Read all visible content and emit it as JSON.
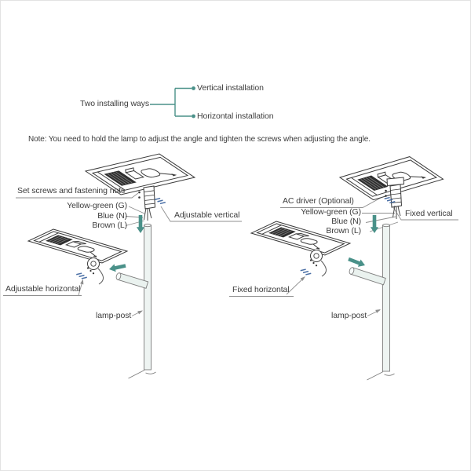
{
  "installation_tree": {
    "root": "Two installing ways",
    "branches": [
      {
        "label": "Vertical installation"
      },
      {
        "label": "Horizontal installation"
      }
    ]
  },
  "note": "Note: You need to hold the lamp to adjust the angle and tighten the screws when adjusting the angle.",
  "adjustable_diagram": {
    "set_screws_label": "Set screws and fastening nuts",
    "wires": {
      "ground": "Yellow-green (G)",
      "neutral": "Blue (N)",
      "live": "Brown (L)"
    },
    "vertical_label": "Adjustable vertical",
    "horizontal_label": "Adjustable horizontal",
    "lamp_post_label": "lamp-post"
  },
  "fixed_diagram": {
    "ac_driver_label": "AC driver (Optional)",
    "wires": {
      "ground": "Yellow-green (G)",
      "neutral": "Blue (N)",
      "live": "Brown (L)"
    },
    "vertical_label": "Fixed vertical",
    "horizontal_label": "Fixed horizontal",
    "lamp_post_label": "lamp-post"
  },
  "colors": {
    "accent_teal": "#4a9189",
    "screw_blue": "#4a6fa5",
    "leader_gray": "#8f8f8f",
    "art_ink": "#3a3a3a",
    "text": "#3c3c3c"
  }
}
